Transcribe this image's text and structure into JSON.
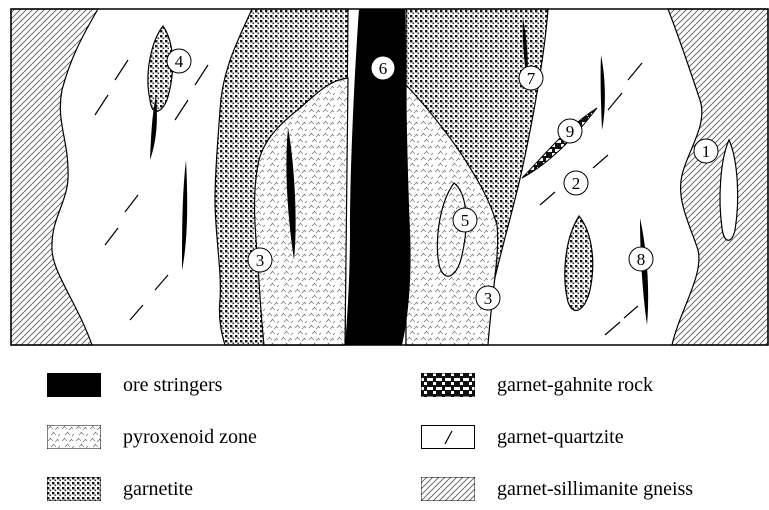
{
  "map": {
    "labels": [
      "1",
      "2",
      "3",
      "3",
      "4",
      "5",
      "6",
      "7",
      "8",
      "9"
    ]
  },
  "legend": {
    "items": [
      {
        "key": "ore",
        "label": "ore stringers"
      },
      {
        "key": "pyroxenoid",
        "label": "pyroxenoid zone"
      },
      {
        "key": "garnetite",
        "label": "garnetite"
      },
      {
        "key": "gahnite",
        "label": "garnet-gahnite rock"
      },
      {
        "key": "quartzite",
        "label": "garnet-quartzite"
      },
      {
        "key": "gneiss",
        "label": "garnet-sillimanite gneiss"
      }
    ]
  }
}
